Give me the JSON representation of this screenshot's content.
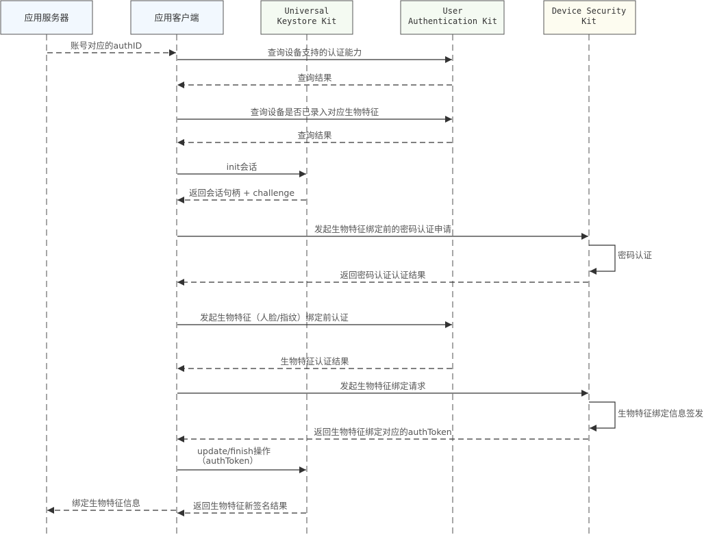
{
  "colors": {
    "box_blue": "#f2f8fe",
    "box_green": "#f4faf2",
    "box_yellow": "#fdfcf0",
    "line": "#333333",
    "lifeline": "#777777",
    "text": "#555555"
  },
  "participants": [
    {
      "id": "app_server",
      "lines": [
        "应用服务器"
      ],
      "fill": "box_blue",
      "mono": false
    },
    {
      "id": "app_client",
      "lines": [
        "应用客户端"
      ],
      "fill": "box_blue",
      "mono": false
    },
    {
      "id": "uks",
      "lines": [
        "Universal",
        "Keystore Kit"
      ],
      "fill": "box_green",
      "mono": true
    },
    {
      "id": "uak",
      "lines": [
        "User",
        "Authentication Kit"
      ],
      "fill": "box_green",
      "mono": true
    },
    {
      "id": "dsk",
      "lines": [
        "Device Security",
        "Kit"
      ],
      "fill": "box_yellow",
      "mono": true
    }
  ],
  "messages": [
    {
      "from": "app_server",
      "to": "app_client",
      "dashed": true,
      "lines": [
        "账号对应的authID"
      ]
    },
    {
      "from": "app_client",
      "to": "uak",
      "dashed": false,
      "lines": [
        "查询设备支持的认证能力"
      ]
    },
    {
      "from": "uak",
      "to": "app_client",
      "dashed": true,
      "lines": [
        "查询结果"
      ]
    },
    {
      "from": "app_client",
      "to": "uak",
      "dashed": false,
      "lines": [
        "查询设备是否已录入对应生物特征"
      ]
    },
    {
      "from": "uak",
      "to": "app_client",
      "dashed": true,
      "lines": [
        "查询结果"
      ]
    },
    {
      "from": "app_client",
      "to": "uks",
      "dashed": false,
      "lines": [
        "init会话"
      ]
    },
    {
      "from": "uks",
      "to": "app_client",
      "dashed": true,
      "lines": [
        "返回会话句柄 + challenge"
      ]
    },
    {
      "from": "app_client",
      "to": "dsk",
      "dashed": false,
      "lines": [
        "发起生物特征绑定前的密码认证申请"
      ]
    },
    {
      "self": "dsk",
      "lines": [
        "密码认证"
      ]
    },
    {
      "from": "dsk",
      "to": "app_client",
      "dashed": true,
      "lines": [
        "返回密码认证认证结果"
      ]
    },
    {
      "from": "app_client",
      "to": "uak",
      "dashed": false,
      "lines": [
        "发起生物特征（人脸/指纹）绑定前认证"
      ]
    },
    {
      "from": "uak",
      "to": "app_client",
      "dashed": true,
      "lines": [
        "生物特征认证结果"
      ]
    },
    {
      "from": "app_client",
      "to": "dsk",
      "dashed": false,
      "lines": [
        "发起生物特征绑定请求"
      ]
    },
    {
      "self": "dsk",
      "lines": [
        "生物特征绑定信息签发"
      ]
    },
    {
      "from": "dsk",
      "to": "app_client",
      "dashed": true,
      "lines": [
        "返回生物特征绑定对应的authToken"
      ]
    },
    {
      "from": "app_client",
      "to": "uks",
      "dashed": false,
      "lines": [
        "update/finish操作",
        "（authToken）"
      ]
    },
    {
      "from": "uks",
      "to": "app_client",
      "dashed": true,
      "lines": [
        "返回生物特征新签名结果"
      ]
    },
    {
      "from": "app_client",
      "to": "app_server",
      "dashed": true,
      "lines": [
        "绑定生物特征信息"
      ]
    }
  ]
}
